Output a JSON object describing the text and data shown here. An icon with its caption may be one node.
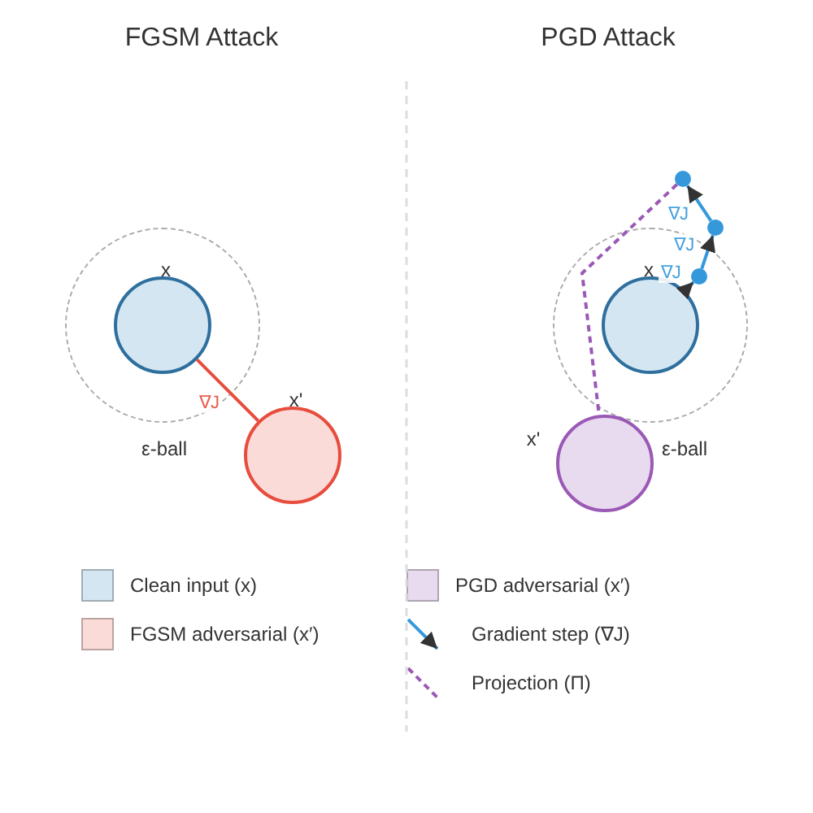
{
  "diagram": {
    "nodes": [
      {
        "text": [
          "ε-ball"
        ]
      },
      {
        "text": [
          "x"
        ],
        "in": 0
      },
      {
        "text": [
          "x'"
        ]
      },
      {
        "text": [
          "ε-ball"
        ]
      },
      {
        "text": [
          "x"
        ],
        "in": 3
      },
      {
        "text": [],
        "shape": "circle",
        "in": 3
      },
      {
        "text": [],
        "shape": "circle"
      },
      {
        "text": [],
        "shape": "circle"
      },
      {
        "text": [
          "x'"
        ]
      }
    ],
    "edges": [
      {
        "from": 1,
        "to": 2,
        "arrow": "none",
        "label": "∇J",
        "color": "#e74c3c"
      },
      {
        "from": 4,
        "to": 5,
        "arrow": "to",
        "label": "∇J"
      },
      {
        "from": 5,
        "to": 6,
        "arrow": "to",
        "label": "∇J"
      },
      {
        "from": 6,
        "to": 7,
        "arrow": "to",
        "label": "∇J"
      },
      {
        "from": 7,
        "to": 8,
        "arrow": "none",
        "style": "dashed",
        "color": "#9b59b6"
      }
    ],
    "labels": [
      "FGSM Attack",
      "PGD Attack"
    ],
    "legend": [
      {
        "text": "Clean input (x)",
        "color": "#d4e6f1"
      },
      {
        "text": "FGSM adversarial (x′)",
        "color": "#fadbd8"
      },
      {
        "text": "PGD adversarial (x′)",
        "color": "#e8daef"
      },
      {
        "text": "Gradient step (∇J)"
      },
      {
        "text": "Projection (Π)"
      }
    ]
  }
}
